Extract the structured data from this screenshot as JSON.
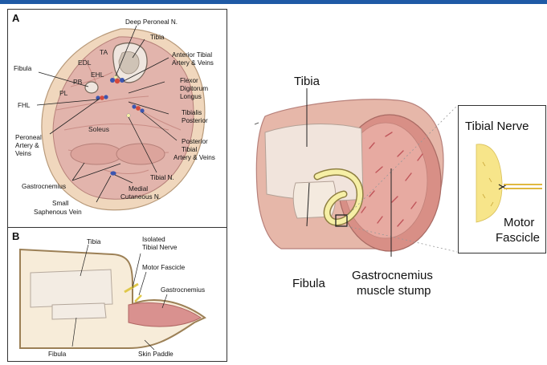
{
  "panel_a": {
    "label": "A",
    "muscles": {
      "ta": "TA",
      "edl": "EDL",
      "ehl": "EHL",
      "pb": "PB",
      "pl": "PL",
      "soleus": "Soleus"
    },
    "labels": {
      "deep_peroneal": "Deep Peroneal N.",
      "tibia": "Tibia",
      "anterior_tibial_1": "Anterior Tibial",
      "anterior_tibial_2": "Artery & Veins",
      "fibula": "Fibula",
      "fdl_1": "Flexor",
      "fdl_2": "Digitorum",
      "fdl_3": "Longus",
      "fhl": "FHL",
      "tp_1": "Tibialis",
      "tp_2": "Posterior",
      "peroneal_1": "Peroneal",
      "peroneal_2": "Artery &",
      "peroneal_3": "Veins",
      "ptav_1": "Posterior",
      "ptav_2": "Tibial",
      "ptav_3": "Artery & Veins",
      "tibial_n": "Tibial N.",
      "gastrocnemius": "Gastrocnemius",
      "medial_cut_1": "Medial",
      "medial_cut_2": "Cutaneous N.",
      "ssv_1": "Small",
      "ssv_2": "Saphenous Vein"
    }
  },
  "panel_b": {
    "label": "B",
    "labels": {
      "tibia": "Tibia",
      "isolated_1": "Isolated",
      "isolated_2": "Tibial Nerve",
      "motor_fascicle": "Motor Fascicle",
      "gastrocnemius": "Gastrocnemius",
      "fibula": "Fibula",
      "skin_paddle": "Skin Paddle"
    }
  },
  "panel_c": {
    "tibia": "Tibia",
    "fibula": "Fibula",
    "gastroc_1": "Gastrocnemius",
    "gastroc_2": "muscle stump",
    "inset_title": "Tibial Nerve",
    "inset_motor_1": "Motor",
    "inset_motor_2": "Fascicle"
  },
  "colors": {
    "muscle": "#e2b4ac",
    "muscle_dark": "#c98d86",
    "skin": "#f0d7bd",
    "bone": "#efe6df",
    "nerve": "#f6efa6",
    "accent_bar": "#1f5aa6"
  }
}
